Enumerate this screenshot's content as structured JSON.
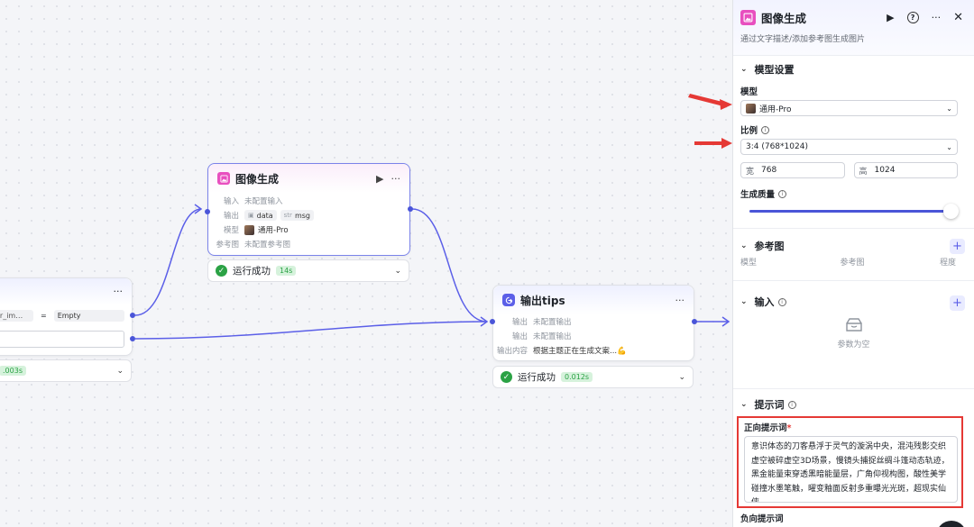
{
  "left_node": {
    "field_name": "er_im…",
    "operator": "=",
    "value": "Empty",
    "duration": ".003s",
    "more": "···"
  },
  "image_node": {
    "title": "图像生成",
    "rows": {
      "input_label": "输入",
      "input_value": "未配置输入",
      "output_label": "输出",
      "output_tag1_type": "▣",
      "output_tag1": "data",
      "output_tag2_type": "str",
      "output_tag2": "msg",
      "model_label": "模型",
      "model_value": "通用-Pro",
      "ref_label": "参考图",
      "ref_value": "未配置参考图"
    },
    "status": "运行成功",
    "duration": "14s"
  },
  "output_node": {
    "title": "输出tips",
    "rows": {
      "out1_label": "输出",
      "out1_value": "未配置输出",
      "out2_label": "输出",
      "out2_value": "未配置输出",
      "content_label": "输出内容",
      "content_value": "根据主题正在生成文案...💪"
    },
    "status": "运行成功",
    "duration": "0.012s"
  },
  "panel": {
    "title": "图像生成",
    "subtitle": "通过文字描述/添加参考图生成图片",
    "model_section": {
      "title": "模型设置",
      "model_label": "模型",
      "model_value": "通用-Pro",
      "ratio_label": "比例",
      "ratio_value": "3:4 (768*1024)",
      "width_label": "宽",
      "width_value": "768",
      "height_label": "高",
      "height_value": "1024",
      "quality_label": "生成质量",
      "quality_level": 1.0
    },
    "ref_section": {
      "title": "参考图",
      "col1": "模型",
      "col2": "参考图",
      "col3": "程度"
    },
    "input_section": {
      "title": "输入",
      "empty_text": "参数为空"
    },
    "prompt_section": {
      "title": "提示词",
      "positive_label": "正向提示词",
      "required_mark": "*",
      "positive_text": "意识体态的刀客悬浮于灵气的漩涡中央，混沌残影交织虚空被碎虚空3D场景，慢镜头捕捉丝绸斗篷动态轨迹，黑金能量束穿透黑暗能量层，广角仰视构图，酸性美学碰撞水墨笔触，曜变釉面反射多重曝光光斑，超现实仙侠",
      "negative_label": "负向提示词"
    }
  },
  "colors": {
    "accent": "#5b5fe8",
    "success": "#2ba245",
    "highlight_red": "#e53935",
    "image_icon": "#e84fbf"
  }
}
